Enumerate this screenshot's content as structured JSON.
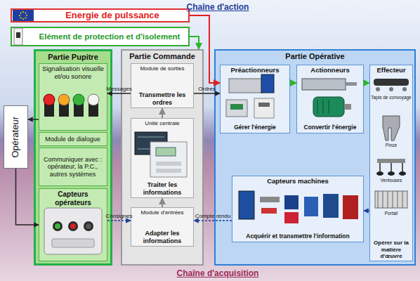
{
  "diagram": {
    "title": "Chaîne d'action",
    "caption": "Chaîne d'acquisition",
    "nodes": [
      {
        "text": [
          "Energie de pulssance"
        ]
      },
      {
        "text": [
          "Elément de protection et d'isolement"
        ]
      },
      {
        "text": [
          "Opérateur"
        ]
      },
      {
        "text": [
          "Partie Pupitre"
        ]
      },
      {
        "text": [
          "Signalisation visuelle et/ou sonore"
        ],
        "in": 3
      },
      {
        "text": [
          "Module de dialogue"
        ],
        "in": 3
      },
      {
        "text": [
          "Communiquer avec : opérateur, la P.C., autres systèmes"
        ],
        "in": 3
      },
      {
        "text": [
          "Capteurs opérateurs"
        ],
        "in": 3
      },
      {
        "text": [
          "Partie Commande"
        ]
      },
      {
        "text": [
          "Module de sorties",
          "Transmettre les ordres"
        ],
        "in": 8
      },
      {
        "text": [
          "Unité centrale",
          "Traiter les informations"
        ],
        "in": 8
      },
      {
        "text": [
          "Module d'entrées",
          "Adapter les informations"
        ],
        "in": 8
      },
      {
        "text": [
          "Partie Opérative"
        ]
      },
      {
        "text": [
          "Préactionneurs",
          "Gérer l'énergie"
        ],
        "in": 12
      },
      {
        "text": [
          "Actionneurs",
          "Convertir l'énergie"
        ],
        "in": 12
      },
      {
        "text": [
          "Effecteur",
          "Opérer sur la matière d'œuvre"
        ],
        "in": 12
      },
      {
        "text": [
          "Capteurs machines",
          "Acquérir et transmettre l'information"
        ],
        "in": 12
      }
    ],
    "edges": [
      {
        "from": 0,
        "to": 13,
        "arrow": "to"
      },
      {
        "from": 1,
        "to": 8,
        "arrow": "to"
      },
      {
        "from": 9,
        "to": 4,
        "label": "Messages",
        "arrow": "to"
      },
      {
        "from": 9,
        "to": 13,
        "label": "Ordres",
        "arrow": "to"
      },
      {
        "from": 13,
        "to": 14,
        "arrow": "to"
      },
      {
        "from": 14,
        "to": 15,
        "arrow": "to"
      },
      {
        "from": 15,
        "to": 16,
        "arrow": "to"
      },
      {
        "from": 16,
        "to": 11,
        "label": "Compte rendu",
        "arrow": "to"
      },
      {
        "from": 7,
        "to": 11,
        "label": "Consignes",
        "arrow": "to"
      },
      {
        "from": 11,
        "to": 10,
        "arrow": "to"
      },
      {
        "from": 10,
        "to": 9,
        "arrow": "to"
      },
      {
        "from": 4,
        "to": 2,
        "arrow": "to"
      },
      {
        "from": 2,
        "to": 7,
        "arrow": "to"
      }
    ],
    "labels": [
      "Tapis de convoyage",
      "Pince",
      "Ventouses",
      "Portail"
    ]
  }
}
